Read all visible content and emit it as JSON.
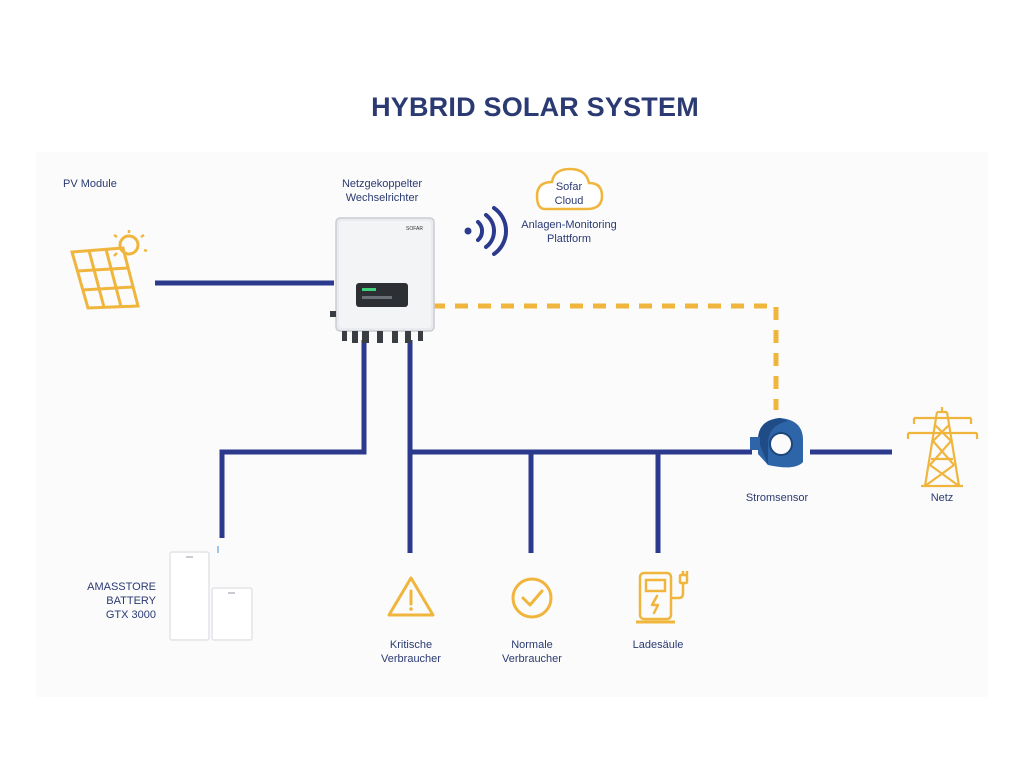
{
  "title": "HYBRID SOLAR SYSTEM",
  "nodes": {
    "pv": {
      "label": "PV Module",
      "icon": "solar-panel-icon"
    },
    "inverter": {
      "label_line1": "Netzgekoppelter",
      "label_line2": "Wechselrichter",
      "icon": "inverter-icon",
      "brand": "SOFAR"
    },
    "cloud": {
      "text_line1": "Sofar",
      "text_line2": "Cloud",
      "label_line1": "Anlagen-Monitoring",
      "label_line2": "Plattform",
      "icon": "cloud-icon"
    },
    "wifi": {
      "icon": "wireless-signal-icon"
    },
    "battery": {
      "label_line1": "AMASSTORE",
      "label_line2": "BATTERY",
      "label_line3": "GTX 3000",
      "icon": "battery-icon"
    },
    "critical": {
      "label_line1": "Kritische",
      "label_line2": "Verbraucher",
      "icon": "warning-icon"
    },
    "normal": {
      "label_line1": "Normale",
      "label_line2": "Verbraucher",
      "icon": "checkmark-icon"
    },
    "charger": {
      "label": "Ladesäule",
      "icon": "ev-charger-icon"
    },
    "sensor": {
      "label": "Stromsensor",
      "icon": "current-sensor-icon"
    },
    "grid": {
      "label": "Netz",
      "icon": "power-pylon-icon"
    }
  },
  "colors": {
    "line": "#2b3a8c",
    "accent": "#f0b53c",
    "text": "#2b3a73"
  }
}
